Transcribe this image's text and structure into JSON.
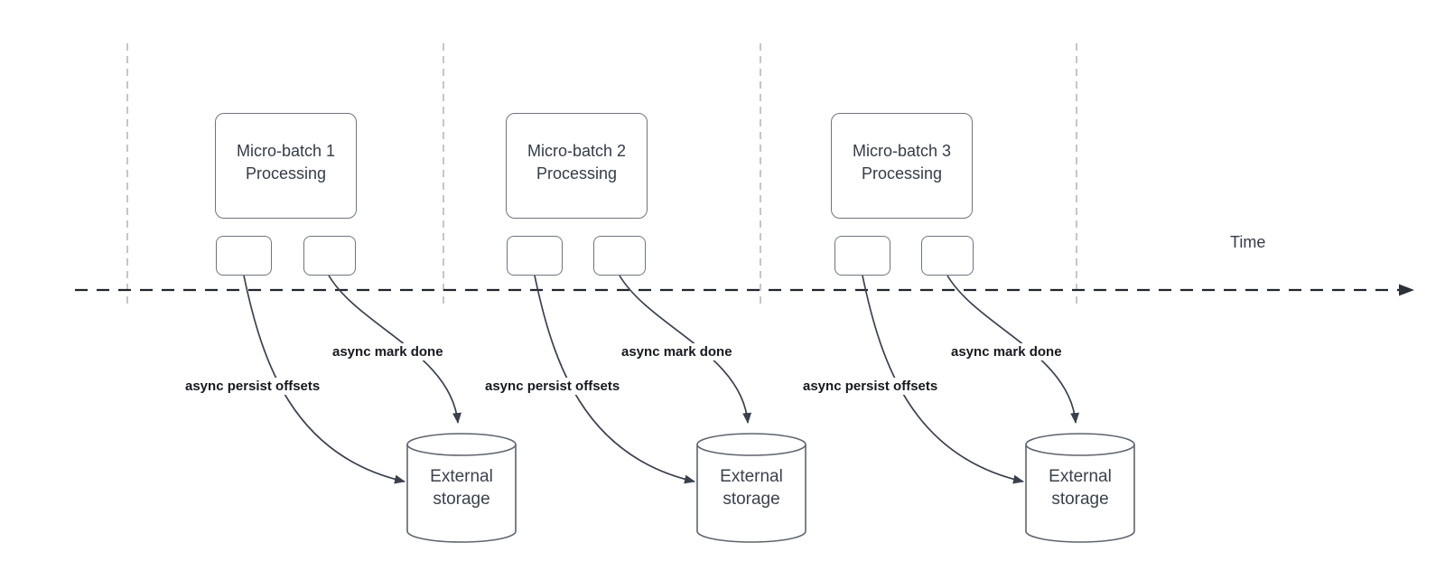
{
  "timeline": {
    "label": "Time"
  },
  "groups": [
    {
      "process_line1": "Micro-batch 1",
      "process_line2": "Processing",
      "persist_label": "async persist offsets",
      "mark_done_label": "async mark done",
      "storage_line1": "External",
      "storage_line2": "storage"
    },
    {
      "process_line1": "Micro-batch 2",
      "process_line2": "Processing",
      "persist_label": "async persist offsets",
      "mark_done_label": "async mark done",
      "storage_line1": "External",
      "storage_line2": "storage"
    },
    {
      "process_line1": "Micro-batch 3",
      "process_line2": "Processing",
      "persist_label": "async persist offsets",
      "mark_done_label": "async mark done",
      "storage_line1": "External",
      "storage_line2": "storage"
    }
  ],
  "colors": {
    "background": "#ffffff",
    "shape_border": "#6e7580",
    "connector": "#39414d",
    "timeline_axis": "#20262d",
    "gridline": "#b4b4b4",
    "text_primary": "#343c47",
    "label_text": "#15191e"
  }
}
